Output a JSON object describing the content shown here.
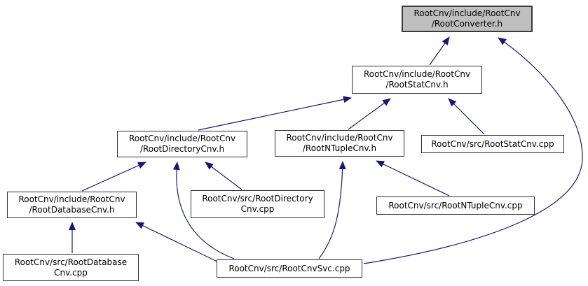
{
  "graph": {
    "title": "include dependency graph",
    "background_color": "#ffffff",
    "edge_color": "#191970",
    "node_fill": "#ffffff",
    "node_border_color": "#2f2f2f",
    "main_node_fill": "#bfbfbf",
    "nodes": [
      {
        "id": "RootConverter.h",
        "line1": "RootCnv/include/RootCnv",
        "line2": "/RootConverter.h",
        "highlighted": true
      },
      {
        "id": "RootStatCnv.h",
        "line1": "RootCnv/include/RootCnv",
        "line2": "/RootStatCnv.h",
        "highlighted": false
      },
      {
        "id": "RootDirectoryCnv.h",
        "line1": "RootCnv/include/RootCnv",
        "line2": "/RootDirectoryCnv.h",
        "highlighted": false
      },
      {
        "id": "RootNTupleCnv.h",
        "line1": "RootCnv/include/RootCnv",
        "line2": "/RootNTupleCnv.h",
        "highlighted": false
      },
      {
        "id": "RootStatCnv.cpp",
        "line1": "RootCnv/src/RootStatCnv.cpp",
        "highlighted": false
      },
      {
        "id": "RootDatabaseCnv.h",
        "line1": "RootCnv/include/RootCnv",
        "line2": "/RootDatabaseCnv.h",
        "highlighted": false
      },
      {
        "id": "RootDirectoryCnv.cpp",
        "line1": "RootCnv/src/RootDirectory",
        "line2": "Cnv.cpp",
        "highlighted": false
      },
      {
        "id": "RootNTupleCnv.cpp",
        "line1": "RootCnv/src/RootNTupleCnv.cpp",
        "highlighted": false
      },
      {
        "id": "RootDatabaseCnv.cpp",
        "line1": "RootCnv/src/RootDatabase",
        "line2": "Cnv.cpp",
        "highlighted": false
      },
      {
        "id": "RootCnvSvc.cpp",
        "line1": "RootCnv/src/RootCnvSvc.cpp",
        "highlighted": false
      }
    ],
    "edges": [
      {
        "from": "RootStatCnv.h",
        "to": "RootConverter.h"
      },
      {
        "from": "RootCnvSvc.cpp",
        "to": "RootConverter.h"
      },
      {
        "from": "RootDirectoryCnv.h",
        "to": "RootStatCnv.h"
      },
      {
        "from": "RootNTupleCnv.h",
        "to": "RootStatCnv.h"
      },
      {
        "from": "RootStatCnv.cpp",
        "to": "RootStatCnv.h"
      },
      {
        "from": "RootDatabaseCnv.h",
        "to": "RootDirectoryCnv.h"
      },
      {
        "from": "RootDirectoryCnv.cpp",
        "to": "RootDirectoryCnv.h"
      },
      {
        "from": "RootCnvSvc.cpp",
        "to": "RootDirectoryCnv.h"
      },
      {
        "from": "RootNTupleCnv.cpp",
        "to": "RootNTupleCnv.h"
      },
      {
        "from": "RootCnvSvc.cpp",
        "to": "RootNTupleCnv.h"
      },
      {
        "from": "RootDatabaseCnv.cpp",
        "to": "RootDatabaseCnv.h"
      },
      {
        "from": "RootCnvSvc.cpp",
        "to": "RootDatabaseCnv.h"
      }
    ]
  }
}
